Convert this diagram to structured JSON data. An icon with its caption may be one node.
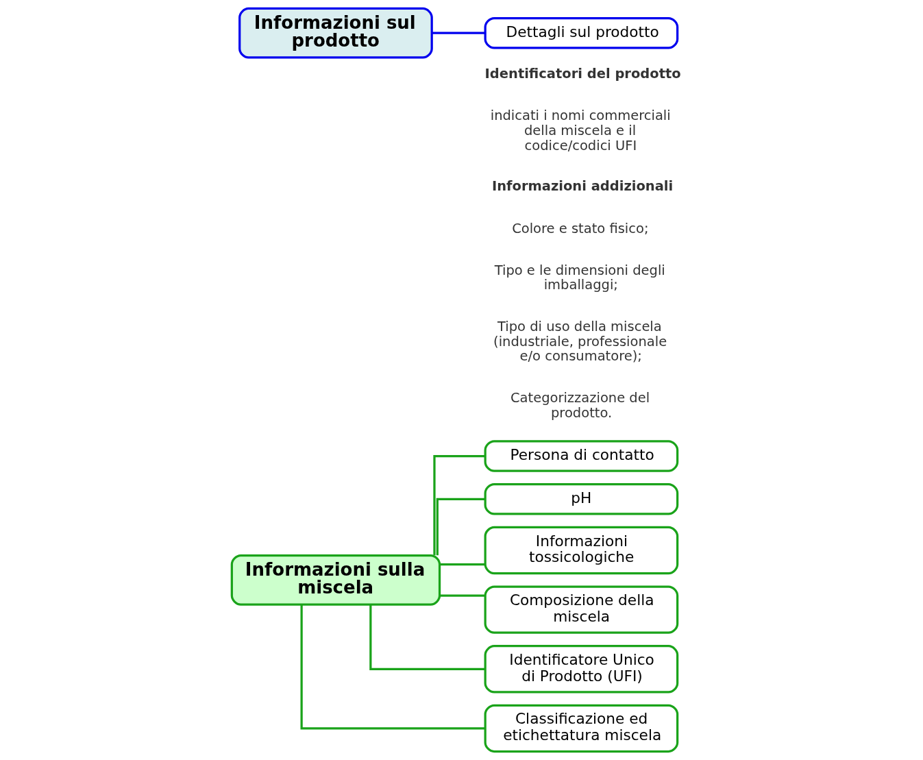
{
  "diagram": {
    "nodes": [
      {
        "text": [
          "Informazioni sulla miscela"
        ]
      },
      {
        "text": [
          "Persona di contatto"
        ]
      },
      {
        "text": [
          "pH"
        ]
      },
      {
        "text": [
          "Informazioni tossicologiche"
        ]
      },
      {
        "text": [
          "Composizione della miscela"
        ]
      },
      {
        "text": [
          "Identificatore Unico di Prodotto (UFI)"
        ]
      },
      {
        "text": [
          "Classificazione ed etichettatura miscela"
        ]
      },
      {
        "text": [
          "Informazioni sul prodotto"
        ]
      },
      {
        "text": [
          "Dettagli sul prodotto"
        ]
      }
    ],
    "edges": [
      {
        "from": 0,
        "to": 1,
        "arrow": "none"
      },
      {
        "from": 0,
        "to": 2,
        "arrow": "none"
      },
      {
        "from": 0,
        "to": 3,
        "arrow": "none"
      },
      {
        "from": 0,
        "to": 4,
        "arrow": "none"
      },
      {
        "from": 0,
        "to": 5,
        "arrow": "none"
      },
      {
        "from": 0,
        "to": 6,
        "arrow": "none"
      },
      {
        "from": 7,
        "to": 8,
        "arrow": "none",
        "color": "#0000ee"
      }
    ],
    "labels": [
      "Identificatori del prodotto",
      "indicati i nomi commerciali della miscela e il codice/codici UFI",
      "Informazioni addizionali",
      "Colore e stato fisico;",
      "Tipo e le dimensioni degli imballaggi;",
      "Tipo di uso della miscela (industriale, professionale e/o consumatore);",
      "Categorizzazione del prodotto."
    ]
  }
}
